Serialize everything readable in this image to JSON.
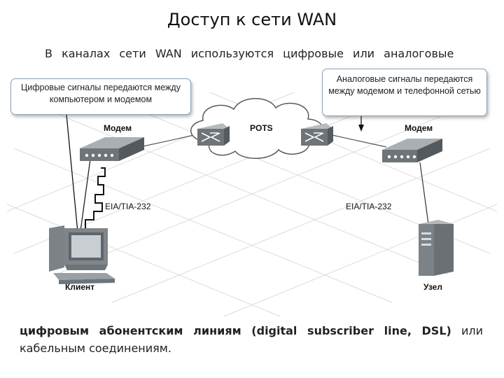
{
  "slide": {
    "title": "Доступ к сети WAN",
    "text_top": "В каналах сети WAN используются цифровые или аналоговые",
    "text_bottom_bold": "цифровым абонентским линиям (digital subscriber line, DSL)",
    "text_bottom_plain": " или",
    "text_bottom_line2": "кабельным соединениям."
  },
  "diagram": {
    "callout_left": "Цифровые сигналы передаются между компьютером и модемом",
    "callout_right": "Аналоговые сигналы передаются между модемом и телефонной сетью",
    "cloud_label": "POTS",
    "modem_left_label": "Модем",
    "modem_right_label": "Модем",
    "eia_left_label": "EIA/TIA-232",
    "eia_right_label": "EIA/TIA-232",
    "client_label": "Клиент",
    "host_label": "Узел"
  },
  "colors": {
    "device_gray": "#6e7478",
    "device_light": "#9aa1a6",
    "cloud_fill": "#ffffff",
    "cloud_stroke": "#5a5a5a",
    "callout_border": "#8aa0b8",
    "grid": "#dcdcdc"
  }
}
